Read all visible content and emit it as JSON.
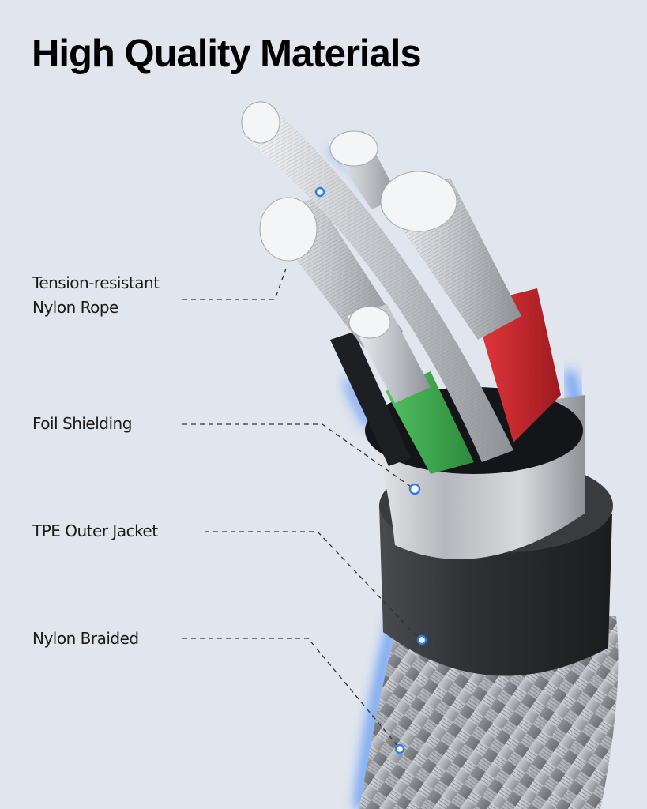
{
  "title": "High Quality Materials",
  "colors": {
    "background": "#e1e5ee",
    "accent_glow": "#2f7cf6",
    "wire_red": "#c8262c",
    "wire_green": "#3aa84a",
    "wire_black": "#1e1f22",
    "foil": "#b9bcc0",
    "jacket": "#2b2c2e",
    "braid": "#9a9ea3"
  },
  "callouts": [
    {
      "id": "tension-resistant-nylon-rope",
      "lines": [
        "Tension-resistant",
        "Nylon Rope"
      ]
    },
    {
      "id": "foil-shielding",
      "lines": [
        "Foil Shielding"
      ]
    },
    {
      "id": "tpe-outer-jacket",
      "lines": [
        "TPE Outer Jacket"
      ]
    },
    {
      "id": "nylon-braided",
      "lines": [
        "Nylon Braided"
      ]
    }
  ]
}
